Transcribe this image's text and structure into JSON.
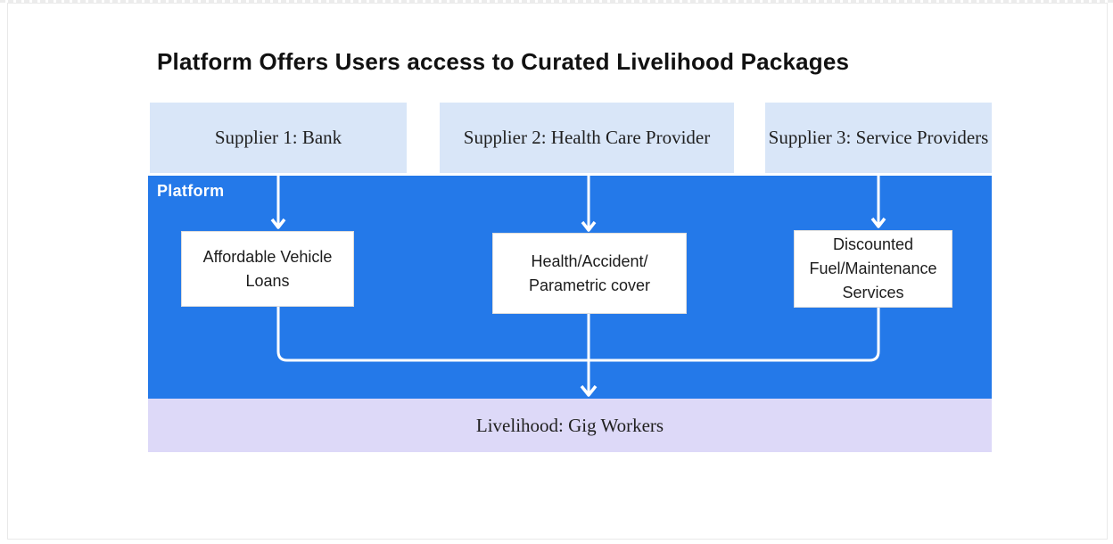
{
  "title": "Platform Offers Users access to Curated Livelihood Packages",
  "colors": {
    "platform_blue": "#2479e9",
    "supplier_light_blue": "#d9e6f8",
    "livelihood_lavender": "#ddd9f8",
    "offering_white": "#ffffff",
    "connector": "#ffffff",
    "title_text": "#111111"
  },
  "diagram": {
    "suppliers": [
      {
        "label": "Supplier 1: Bank"
      },
      {
        "label": "Supplier 2: Health Care Provider"
      },
      {
        "label": "Supplier 3: Service Providers"
      }
    ],
    "platform": {
      "label": "Platform",
      "offerings": [
        {
          "label": [
            "Affordable Vehicle",
            "Loans"
          ]
        },
        {
          "label": [
            "Health/Accident/",
            "Parametric cover"
          ]
        },
        {
          "label": [
            "Discounted",
            "Fuel/Maintenance",
            "Services"
          ]
        }
      ]
    },
    "livelihood": {
      "label": "Livelihood: Gig Workers"
    },
    "connectors": [
      {
        "from": "Supplier 1: Bank",
        "to": "Affordable Vehicle Loans"
      },
      {
        "from": "Supplier 2: Health Care Provider",
        "to": "Health/Accident/Parametric cover"
      },
      {
        "from": "Supplier 3: Service Providers",
        "to": "Discounted Fuel/Maintenance Services"
      },
      {
        "from": "Affordable Vehicle Loans",
        "to": "Livelihood: Gig Workers"
      },
      {
        "from": "Health/Accident/Parametric cover",
        "to": "Livelihood: Gig Workers"
      },
      {
        "from": "Discounted Fuel/Maintenance Services",
        "to": "Livelihood: Gig Workers"
      }
    ]
  }
}
